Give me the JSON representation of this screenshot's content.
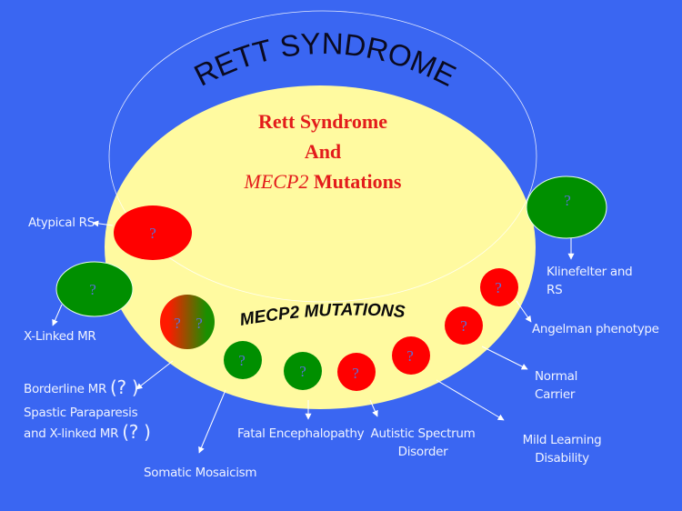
{
  "diagram": {
    "arc_title": "RETT SYNDROME",
    "inner_arc_title": "MECP2 MUTATIONS",
    "center_title": {
      "line1": "Rett Syndrome",
      "line2": "And",
      "line3_italic": "MECP2",
      "line3_rest": " Mutations"
    },
    "question_mark": "?",
    "colors": {
      "background": "#3a66f2",
      "yellow": "#fffaa0",
      "red": "#ff0000",
      "green": "#008f00",
      "title_red": "#e31b1b",
      "question": "#5a6fd8"
    },
    "labels": {
      "atypical_rs": "Atypical RS",
      "x_linked_mr": "X-Linked MR",
      "borderline_mr": "Borderline  MR",
      "spastic_line1": "Spastic Paraparesis",
      "spastic_line2": "and X-linked MR",
      "somatic_mosaicism": "Somatic Mosaicism",
      "fatal_encephalopathy": "Fatal Encephalopathy",
      "autistic_line1": "Autistic Spectrum",
      "autistic_line2": "Disorder",
      "mild_line1": "Mild Learning",
      "mild_line2": "Disability",
      "normal_line1": "Normal",
      "normal_line2": "Carrier",
      "angelman": "Angelman phenotype",
      "klinefelter_line1": "Klinefelter and",
      "klinefelter_line2": "RS",
      "paren_q": "(? )"
    }
  }
}
